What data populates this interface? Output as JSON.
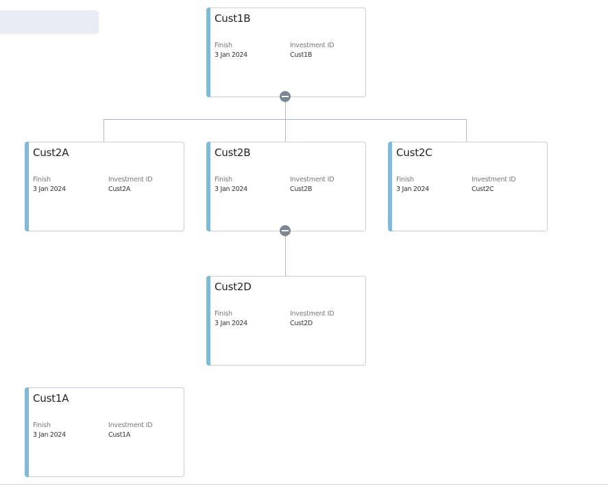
{
  "field_labels": {
    "finish": "Finish",
    "investment_id": "Investment ID"
  },
  "nodes": {
    "cust1b": {
      "title": "Cust1B",
      "finish": "3 Jan 2024",
      "investment_id": "Cust1B"
    },
    "cust2a": {
      "title": "Cust2A",
      "finish": "3 Jan 2024",
      "investment_id": "Cust2A"
    },
    "cust2b": {
      "title": "Cust2B",
      "finish": "3 Jan 2024",
      "investment_id": "Cust2B"
    },
    "cust2c": {
      "title": "Cust2C",
      "finish": "3 Jan 2024",
      "investment_id": "Cust2C"
    },
    "cust2d": {
      "title": "Cust2D",
      "finish": "3 Jan 2024",
      "investment_id": "Cust2D"
    },
    "cust1a": {
      "title": "Cust1A",
      "finish": "3 Jan 2024",
      "investment_id": "Cust1A"
    }
  },
  "colors": {
    "card_accent": "#7fbad8",
    "connector": "#aeb6c2",
    "collapse_button": "#7d8794"
  },
  "icons": {
    "collapse": "minus-circle-icon"
  }
}
